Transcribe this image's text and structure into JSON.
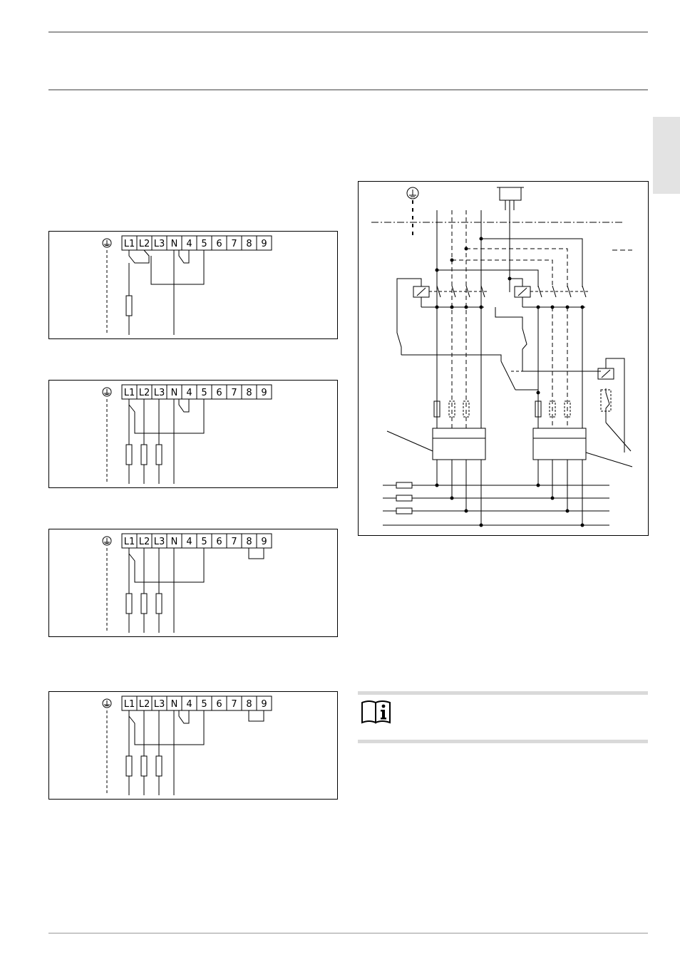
{
  "terminals": [
    "L1",
    "L2",
    "L3",
    "N",
    "4",
    "5",
    "6",
    "7",
    "8",
    "9"
  ]
}
